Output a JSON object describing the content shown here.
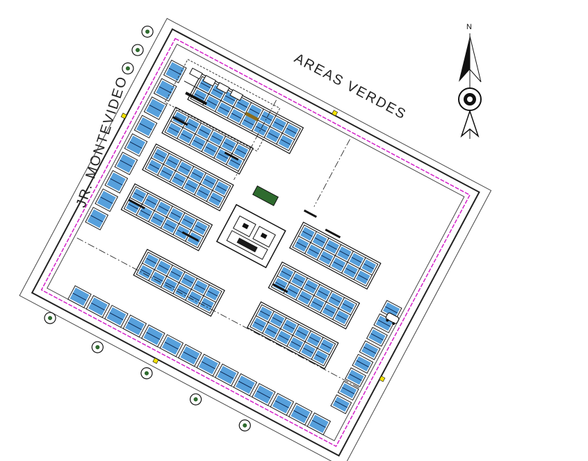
{
  "labels": {
    "street_west": "JR. MONTEVIDEO",
    "street_north": "AREAS VERDES",
    "north": "N"
  },
  "colors": {
    "stall_fill": "#3a8fd6",
    "stall_frame": "#1a1a1a",
    "perimeter": "#d21ec8",
    "wall": "#222222",
    "garden": "#2e6b2e",
    "background": "#ffffff"
  },
  "icons": {
    "compass": "north-arrow-icon",
    "tree": "tree-icon",
    "car": "car-icon"
  }
}
